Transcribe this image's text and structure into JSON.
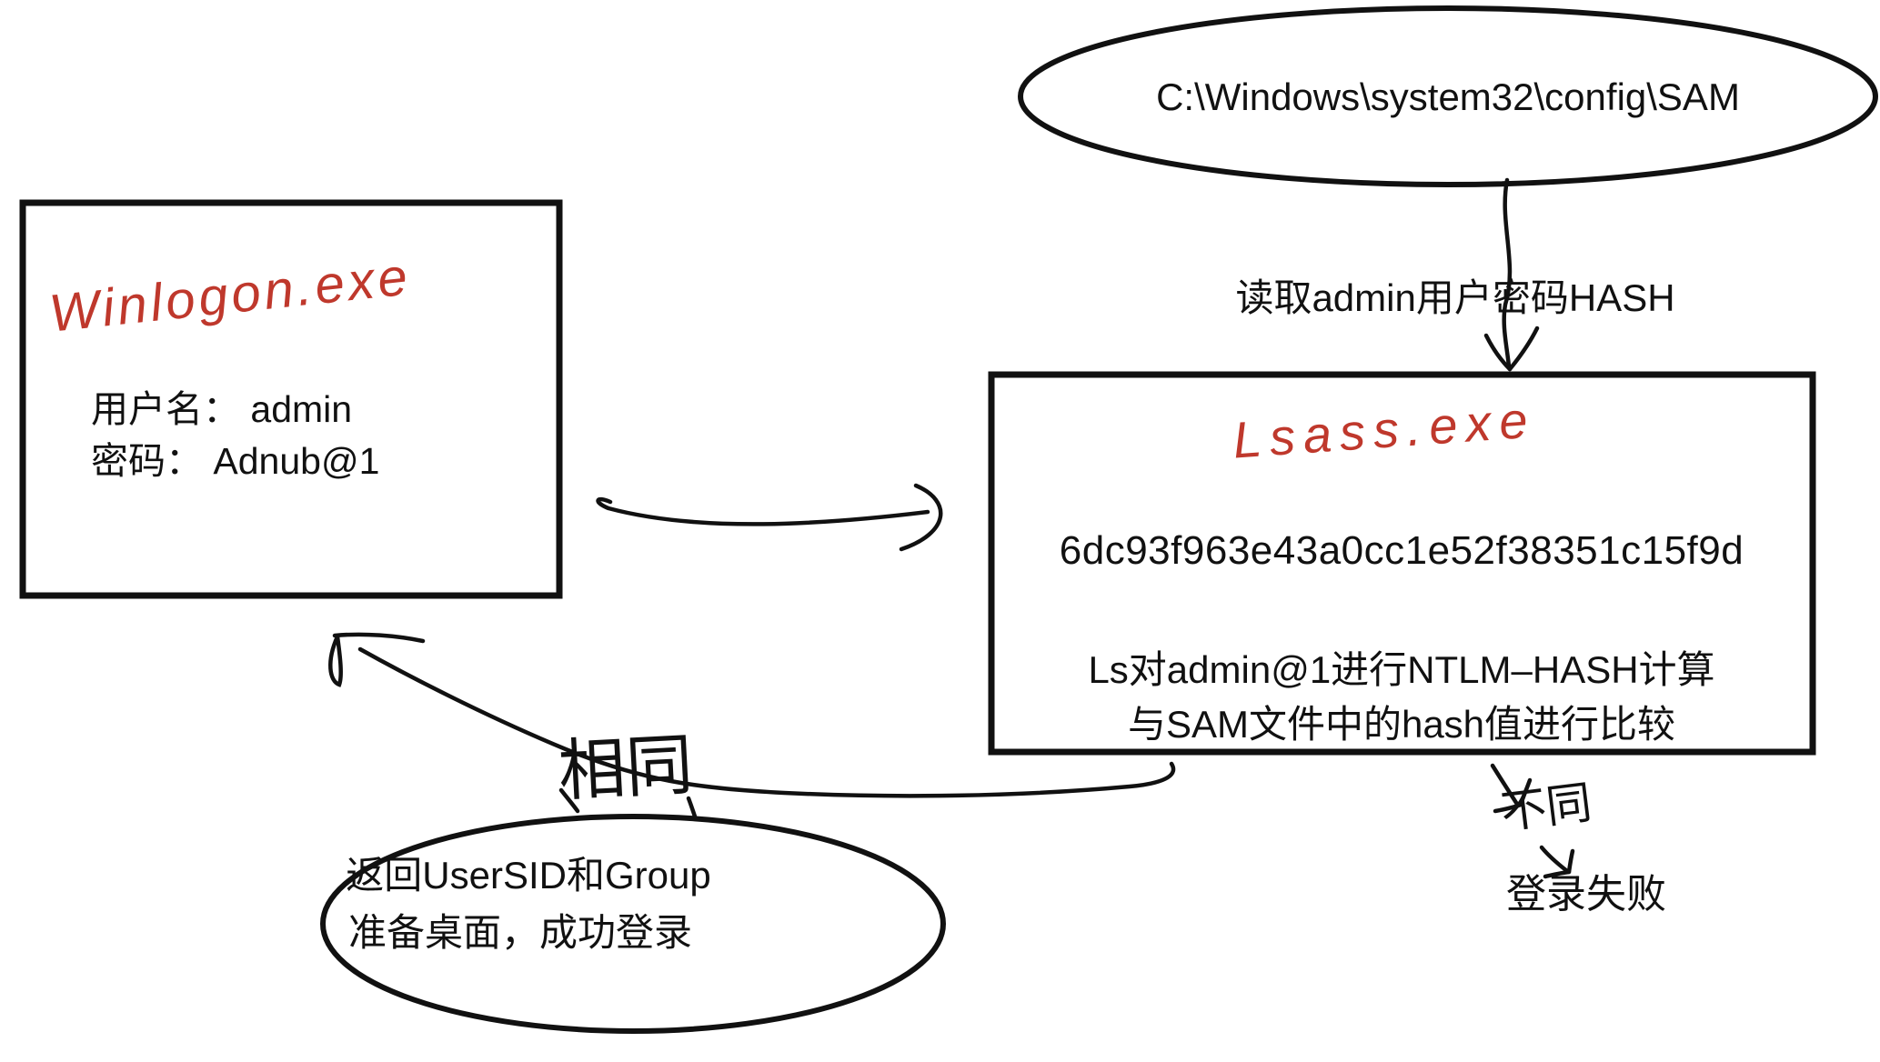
{
  "diagram": {
    "sam_file": {
      "label": "C:\\Windows\\system32\\config\\SAM"
    },
    "winlogon": {
      "title": "Winlogon.exe",
      "username_line": "用户名： admin",
      "password_line": "密码： Adnub@1"
    },
    "read_hash_label": "读取admin用户密码HASH",
    "lsass": {
      "title": "Lsass.exe",
      "hash_value": "6dc93f963e43a0cc1e52f38351c15f9d",
      "compute_line": "Ls对admin@1进行NTLM–HASH计算",
      "compare_line": "与SAM文件中的hash值进行比较"
    },
    "same_label": "相同",
    "diff_label": "不同",
    "login_fail_label": "登录失败",
    "success_ellipse": {
      "line1": "返回UserSID和Group",
      "line2": "准备桌面，成功登录"
    }
  },
  "colors": {
    "ink": "#111111",
    "handwriting_red": "#bf382c",
    "background": "#ffffff"
  }
}
